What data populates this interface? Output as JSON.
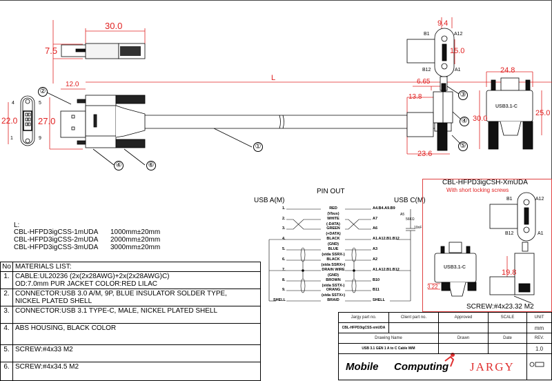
{
  "top_view": {
    "dim_length": "30.0",
    "dim_height": "7.5"
  },
  "front_view": {
    "dim_12": "12.0",
    "dim_27": "27.0",
    "dim_L": "L",
    "callouts": [
      "②",
      "④",
      "⑥",
      "①"
    ]
  },
  "usb_a_face": {
    "dim": "22.0",
    "pins": [
      "4",
      "5",
      "1",
      "9"
    ]
  },
  "c_end_view": {
    "dim_width": "9.4",
    "dim_pitch": "15.0",
    "pins": [
      "B1",
      "A12",
      "B12",
      "A1"
    ]
  },
  "c_side_view": {
    "dim_665": "6.65",
    "dim_138": "13.8",
    "dim_236": "23.6",
    "callouts": [
      "③",
      "④",
      "⑤"
    ]
  },
  "c_front_view": {
    "dim_width": "24.8",
    "dim_30": "30.0",
    "dim_25": "25.0",
    "marking": "USB3.1-C"
  },
  "lengths": {
    "heading": "L:",
    "items": [
      {
        "part": "CBL-HFPD3igCSS-1mUDA",
        "length": "1000mm±20mm"
      },
      {
        "part": "CBL-HFPD3igCSS-2mUDA",
        "length": "2000mm±20mm"
      },
      {
        "part": "CBL-HFPD3igCSS-3mUDA",
        "length": "3000mm±20mm"
      }
    ]
  },
  "materials": {
    "no_header": "No",
    "header": "MATERIALS LIST:",
    "rows": [
      {
        "no": "1.",
        "text": "CABLE:UL20236 (2x(2x28AWG)+2x(2x28AWG)C)",
        "text2": "OD:7.0mm  PUR JACKET COLOR:RED LILAC"
      },
      {
        "no": "2.",
        "text": "CONNECTOR:USB 3.0 A/M, 9P, BLUE INSULATOR SOLDER TYPE,",
        "text2": "NICKEL PLATED SHELL"
      },
      {
        "no": "3.",
        "text": "CONNECTOR:USB 3.1 TYPE-C, MALE, NICKEL PLATED SHELL",
        "text2": ""
      },
      {
        "no": "4.",
        "text": "ABS HOUSING, BLACK COLOR",
        "text2": ""
      },
      {
        "no": "5.",
        "text": "SCREW:#4x33 M2",
        "text2": ""
      },
      {
        "no": "6.",
        "text": "SCREW:#4x34.5 M2",
        "text2": ""
      }
    ]
  },
  "pinout": {
    "title": "PIN OUT",
    "left_header": "USB A(M)",
    "right_header": "USB C(M)",
    "rows": [
      {
        "pin": "1.",
        "wire": "RED",
        "sig": "(Vbus)",
        "c": "A4.B4.A9.B9"
      },
      {
        "pin": "2.",
        "wire": "WHITE",
        "sig": "(-DATA)",
        "c": "A7"
      },
      {
        "pin": "3.",
        "wire": "GREEN",
        "sig": "(+DATA)",
        "c": "A6"
      },
      {
        "pin": "4.",
        "wire": "BLACK",
        "sig": "(GND)",
        "c": "A1.A12.B1.B12"
      },
      {
        "pin": "5.",
        "wire": "BLUE",
        "sig": "(stda SSRX-)",
        "c": "A3"
      },
      {
        "pin": "6.",
        "wire": "BLACK",
        "sig": "(stda SSRX+)",
        "c": "A2"
      },
      {
        "pin": "7.",
        "wire": "DRAIN WIRE",
        "sig": "(GND)",
        "c": "A1.A12.B1.B12"
      },
      {
        "pin": "8.",
        "wire": "BROWN",
        "sig": "(stda SSTX-)",
        "c": "B10"
      },
      {
        "pin": "9.",
        "wire": "ORANG",
        "sig": "(stda SSTX+)",
        "c": "B11"
      },
      {
        "pin": "SHELL",
        "wire": "BRAID",
        "sig": "",
        "c": "SHELL"
      }
    ],
    "a5_label": "A5",
    "resistor": "56KΩ",
    "cap": "10nF"
  },
  "variant": {
    "title": "CBL-HFPD3igCSH-XmUDA",
    "subtitle": "With short locking screws",
    "pins": [
      "B1",
      "A12",
      "B12",
      "A1"
    ],
    "dim_198": "19.8",
    "dim_322": "3.22",
    "marking": "USB3.1-C",
    "screw": "SCREW:#4x23.32 M2"
  },
  "title_block": {
    "jargy_part_label": "Jargy part no.",
    "client_part_label": "Client part no.",
    "approved_label": "Approved",
    "scale_label": "SCALE",
    "unit_label": "UNIT",
    "jargy_part": "CBL-HFPD3igCSS-xmUDA",
    "unit": "mm",
    "drawing_name_label": "Drawing Name",
    "drawn_label": "Drawn",
    "date_label": "Date",
    "rev_label": "REV.",
    "drawing_name": "USB 3.1 GEN 1 A to C Cable M/M",
    "rev": "1.0",
    "logo_mc1": "Mobile",
    "logo_mc2": "Computing",
    "logo_jargy": "JARGY"
  },
  "colors": {
    "dimension": "#e02020",
    "frame": "#444444"
  }
}
